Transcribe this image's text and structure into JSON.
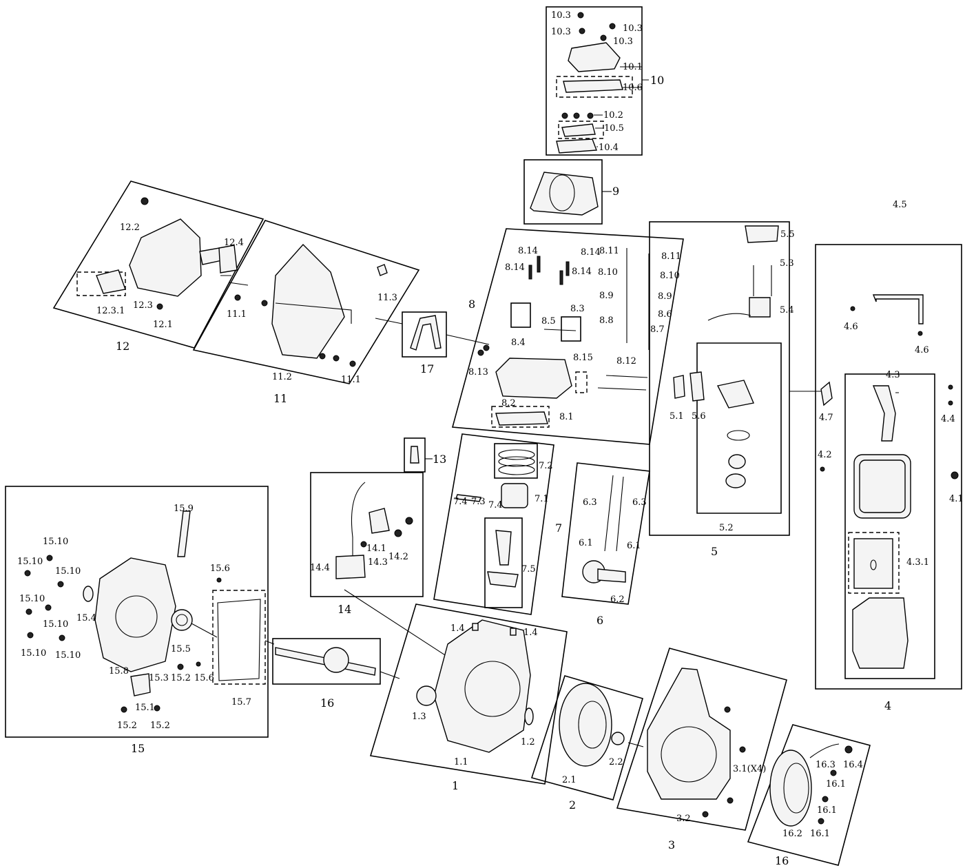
{
  "groups": {
    "g1": "1",
    "g2": "2",
    "g3": "3",
    "g4": "4",
    "g5": "5",
    "g6": "6",
    "g7": "7",
    "g8": "8",
    "g9": "9",
    "g10": "10",
    "g11": "11",
    "g12": "12",
    "g13": "13",
    "g14": "14",
    "g15": "15",
    "g16": "16",
    "g17": "17"
  },
  "parts": {
    "p1_1": "1.1",
    "p1_2": "1.2",
    "p1_3": "1.3",
    "p1_4": "1.4",
    "p2_1": "2.1",
    "p2_2": "2.2",
    "p3_1": "3.1(X4)",
    "p3_2": "3.2",
    "p4_1": "4.1",
    "p4_2": "4.2",
    "p4_3": "4.3",
    "p4_3_1": "4.3.1",
    "p4_4": "4.4",
    "p4_5": "4.5",
    "p4_6": "4.6",
    "p4_7": "4.7",
    "p5_1": "5.1",
    "p5_2": "5.2",
    "p5_3": "5.3",
    "p5_4": "5.4",
    "p5_5": "5.5",
    "p5_6": "5.6",
    "p6_1": "6.1",
    "p6_2": "6.2",
    "p6_3": "6.3",
    "p7_1": "7.1",
    "p7_2": "7.2",
    "p7_3": "7.3",
    "p7_4": "7.4",
    "p7_5": "7.5",
    "p8_1": "8.1",
    "p8_2": "8.2",
    "p8_3": "8.3",
    "p8_4": "8.4",
    "p8_5": "8.5",
    "p8_6": "8.6",
    "p8_7": "8.7",
    "p8_8": "8.8",
    "p8_9": "8.9",
    "p8_10": "8.10",
    "p8_11": "8.11",
    "p8_12": "8.12",
    "p8_13": "8.13",
    "p8_14": "8.14",
    "p8_15": "8.15",
    "p10_1": "10.1",
    "p10_2": "10.2",
    "p10_3": "10.3",
    "p10_4": "10.4",
    "p10_5": "10.5",
    "p10_6": "10.6",
    "p11_1": "11.1",
    "p11_2": "11.2",
    "p11_3": "11.3",
    "p12_1": "12.1",
    "p12_2": "12.2",
    "p12_3": "12.3",
    "p12_3_1": "12.3.1",
    "p12_4": "12.4",
    "p14_1": "14.1",
    "p14_2": "14.2",
    "p14_3": "14.3",
    "p14_4": "14.4",
    "p15_1": "15.1",
    "p15_2": "15.2",
    "p15_3": "15.3",
    "p15_4": "15.4",
    "p15_5": "15.5",
    "p15_6": "15.6",
    "p15_7": "15.7",
    "p15_8": "15.8",
    "p15_9": "15.9",
    "p15_10": "15.10",
    "p16_1": "16.1",
    "p16_2": "16.2",
    "p16_3": "16.3",
    "p16_4": "16.4"
  }
}
